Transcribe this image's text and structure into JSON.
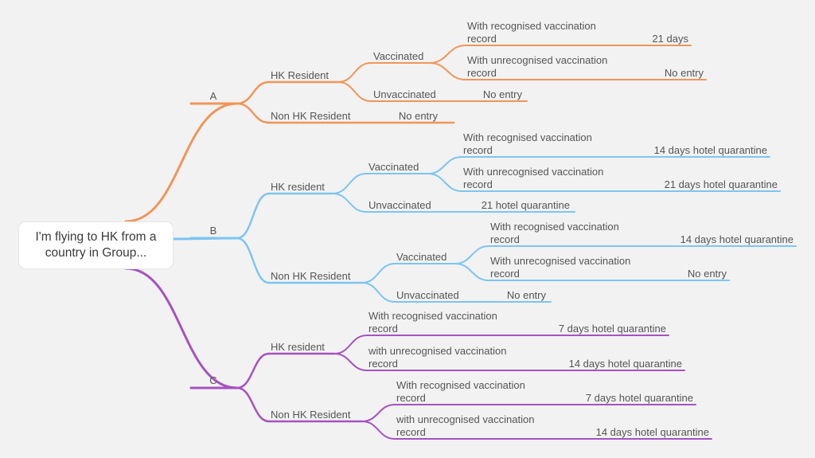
{
  "colors": {
    "groupA": "#f0955a",
    "groupB": "#7cc5f0",
    "groupC": "#a652c0",
    "text": "#555555",
    "background": "#f2f2f2"
  },
  "root": {
    "text": "I'm flying to HK from a country in Group..."
  },
  "groups": {
    "A": {
      "label": "A",
      "hk_resident": {
        "label": "HK Resident",
        "vaccinated": {
          "label": "Vaccinated",
          "recognised": {
            "line1": "With recognised vaccination",
            "line2": "record",
            "result": "21 days"
          },
          "unrecognised": {
            "line1": "With unrecognised vaccination",
            "line2": "record",
            "result": "No entry"
          }
        },
        "unvaccinated": {
          "label": "Unvaccinated",
          "result": "No entry"
        }
      },
      "non_hk_resident": {
        "label": "Non HK Resident",
        "result": "No entry"
      }
    },
    "B": {
      "label": "B",
      "hk_resident": {
        "label": "HK resident",
        "vaccinated": {
          "label": "Vaccinated",
          "recognised": {
            "line1": "With recognised vaccination",
            "line2": "record",
            "result": "14 days hotel quarantine"
          },
          "unrecognised": {
            "line1": "With unrecognised vaccination",
            "line2": "record",
            "result": "21 days hotel quarantine"
          }
        },
        "unvaccinated": {
          "label": "Unvaccinated",
          "result": "21 hotel quarantine"
        }
      },
      "non_hk_resident": {
        "label": "Non HK Resident",
        "vaccinated": {
          "label": "Vaccinated",
          "recognised": {
            "line1": "With recognised vaccination",
            "line2": "record",
            "result": "14 days hotel quarantine"
          },
          "unrecognised": {
            "line1": "With unrecognised vaccination",
            "line2": "record",
            "result": "No entry"
          }
        },
        "unvaccinated": {
          "label": "Unvaccinated",
          "result": "No entry"
        }
      }
    },
    "C": {
      "label": "C",
      "hk_resident": {
        "label": "HK resident",
        "recognised": {
          "line1": "With recognised vaccination",
          "line2": "record",
          "result": "7 days hotel quarantine"
        },
        "unrecognised": {
          "line1": "with unrecognised vaccination",
          "line2": "record",
          "result": "14 days hotel quarantine"
        }
      },
      "non_hk_resident": {
        "label": "Non HK Resident",
        "recognised": {
          "line1": "With recognised vaccination",
          "line2": "record",
          "result": "7 days hotel quarantine"
        },
        "unrecognised": {
          "line1": "with unrecognised vaccination",
          "line2": "record",
          "result": "14 days hotel quarantine"
        }
      }
    }
  }
}
